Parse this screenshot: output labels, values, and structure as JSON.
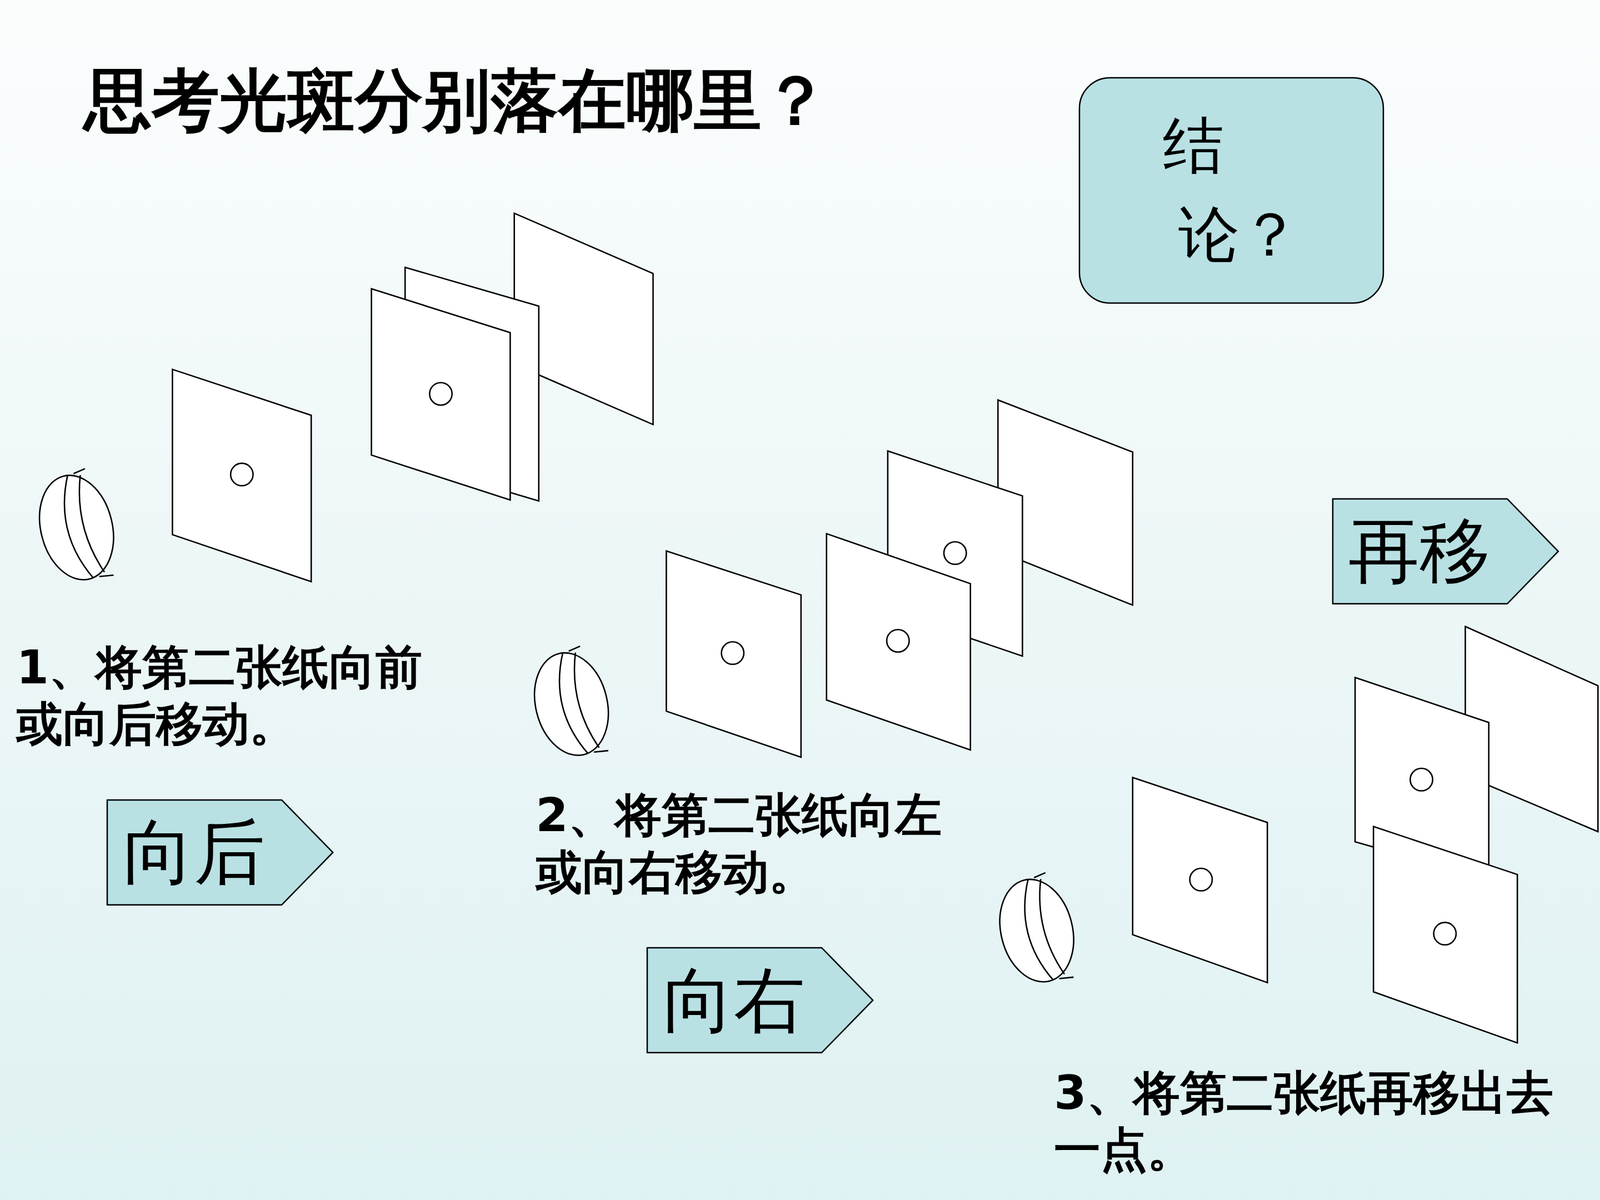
{
  "diagram": {
    "title": "思考光斑分别落在哪里？",
    "nodes": [
      {
        "text": [
          "结 论？"
        ]
      },
      {
        "text": [
          "再移"
        ]
      },
      {
        "text": [
          "向后"
        ]
      },
      {
        "text": [
          "向右"
        ]
      }
    ],
    "labels": [
      "1、将第二张纸向前或向后移动。",
      "2、将第二张纸向左或向右移动。",
      "3、将第二张纸再移出去一点。"
    ]
  }
}
